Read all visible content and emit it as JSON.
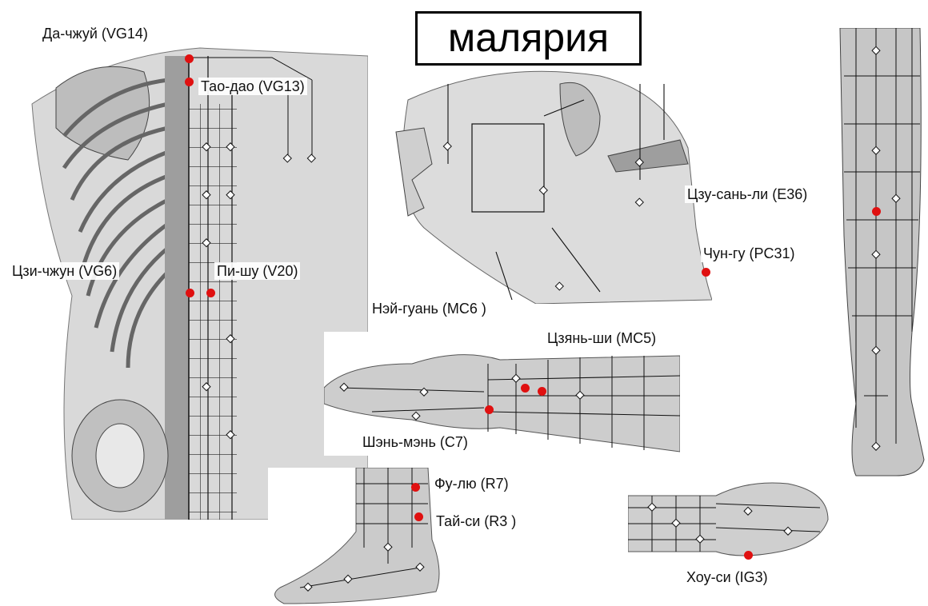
{
  "title": "малярия",
  "points": {
    "da_chzhuy": "Да-чжуй (VG14)",
    "tao_dao": "Тао-дао (VG13)",
    "tszi_chzhun": "Цзи-чжун (VG6)",
    "pi_shu": "Пи-шу (V20)",
    "tszu_san_li": "Цзу-сань-ли (E36)",
    "chun_gu": "Чун-гу (PC31)",
    "ney_guan": "Нэй-гуань (MC6 )",
    "tszyan_shi": "Цзянь-ши (MC5)",
    "shen_men": "Шэнь-мэнь (C7)",
    "fu_lyu": "Фу-лю (R7)",
    "tay_si": "Тай-си (R3 )",
    "hou_si": "Хоу-си (IG3)"
  },
  "colors": {
    "acupoint": "#e01010",
    "skin": "#c8c8c8",
    "grid_line": "#111111"
  }
}
